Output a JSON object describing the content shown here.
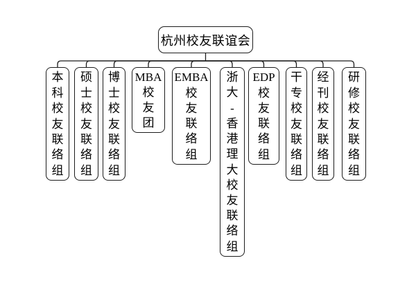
{
  "diagram": {
    "type": "org-chart",
    "root": {
      "label": "杭州校友联谊会"
    },
    "children": [
      {
        "label": "本科校友联络组"
      },
      {
        "label": "硕士校友联络组"
      },
      {
        "label": "博士校友联络组"
      },
      {
        "label": "MBA校友团"
      },
      {
        "label": "EMBA校友联络组"
      },
      {
        "label": "浙大-香港理大校友联络组"
      },
      {
        "label": "EDP校友联络组"
      },
      {
        "label": "干专校友联络组"
      },
      {
        "label": "经刊校友联络组"
      },
      {
        "label": "研修校友联络组"
      }
    ],
    "colors": {
      "line": "#1c1c1c",
      "text": "#000000",
      "node_background": "#ffffff",
      "page_background": "#ffffff"
    }
  }
}
